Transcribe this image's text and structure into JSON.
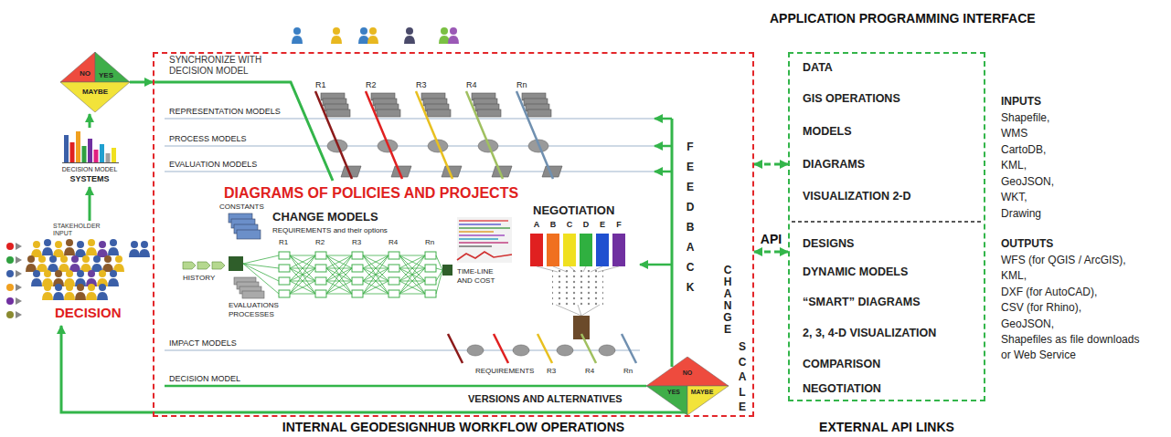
{
  "diagram": {
    "nodes": [
      {
        "text": [
          "NO",
          "YES",
          "MAYBE"
        ]
      },
      {
        "text": [
          "INTERNAL GEODESIGNHUB WORKFLOW OPERATIONS"
        ]
      },
      {
        "text": [
          "NO",
          "YES",
          "MAYBE"
        ],
        "in": 1
      },
      {
        "text": [
          "APPLICATION PROGRAMMING INTERFACE",
          "DATA",
          "GIS OPERATIONS",
          "MODELS",
          "DIAGRAMS",
          "VISUALIZATION 2-D",
          "DESIGNS",
          "DYNAMIC MODELS",
          "“SMART” DIAGRAMS",
          "2, 3, 4-D VISUALIZATION",
          "COMPARISON",
          "NEGOTIATION",
          "EXTERNAL API LINKS"
        ]
      }
    ],
    "edges": [
      {
        "from": 0,
        "to": 1,
        "arrow": "to"
      },
      {
        "from": 1,
        "to": 3,
        "arrow": "both"
      },
      {
        "from": 1,
        "to": 3,
        "label": "API",
        "arrow": "both"
      }
    ],
    "labels": [
      "SYNCHRONIZE WITH DECISION MODEL",
      "R1",
      "R2",
      "R3",
      "R4",
      "Rn",
      "REPRESENTATION MODELS",
      "PROCESS MODELS",
      "EVALUATION MODELS",
      "DIAGRAMS OF POLICIES AND PROJECTS",
      "CONSTANTS",
      "CHANGE MODELS",
      "REQUIREMENTS and their options",
      "R1",
      "R2",
      "R3",
      "R4",
      "Rn",
      "HISTORY",
      "EVALUATIONS PROCESSES",
      "TIME-LINE AND COST",
      "NEGOTIATION",
      "A",
      "B",
      "C",
      "D",
      "E",
      "F",
      "FEEDBACK",
      "CHANGE",
      "SCALE",
      "IMPACT MODELS",
      "DECISION MODEL",
      "REQUIREMENTS",
      "R3",
      "R4",
      "Rn",
      "VERSIONS AND ALTERNATIVES",
      "DECISION MODEL",
      "SYSTEMS",
      "STAKEHOLDER INPUT",
      "DECISION",
      "INPUTS",
      "Shapefile,",
      "WMS",
      "CartoDB,",
      "KML,",
      "GeoJSON,",
      "WKT,",
      "Drawing",
      "OUTPUTS",
      "WFS (for QGIS / ArcGIS),",
      "KML,",
      "DXF (for AutoCAD),",
      "CSV (for Rhino),",
      "GeoJSON,",
      "Shapefiles as file downloads",
      "or Web Service"
    ]
  }
}
